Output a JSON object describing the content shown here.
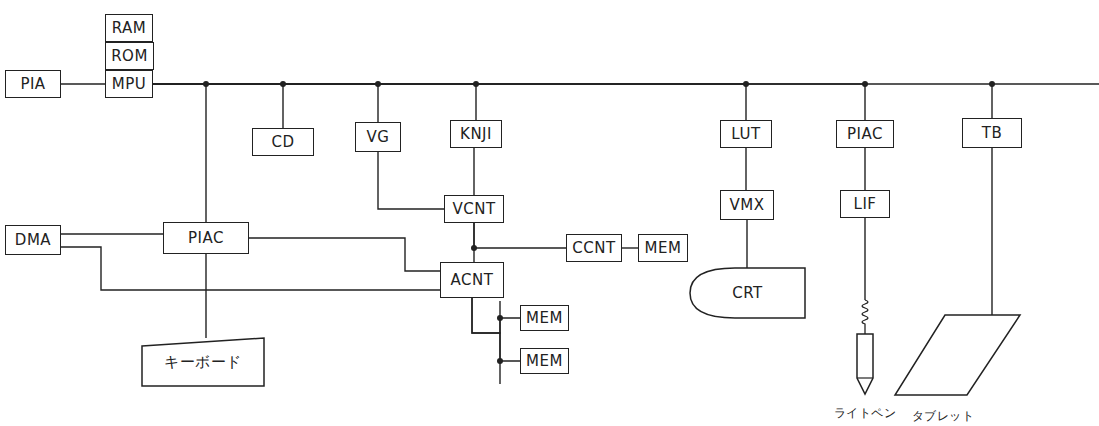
{
  "diagram": {
    "nodes": [
      {
        "text": [
          "RAM"
        ]
      },
      {
        "text": [
          "ROM"
        ]
      },
      {
        "text": [
          "MPU"
        ]
      },
      {
        "text": [
          "PIA"
        ]
      },
      {
        "text": [
          "CD"
        ]
      },
      {
        "text": [
          "VG"
        ]
      },
      {
        "text": [
          "KNJI"
        ]
      },
      {
        "text": [
          "LUT"
        ]
      },
      {
        "text": [
          "PIAC"
        ]
      },
      {
        "text": [
          "TB"
        ]
      },
      {
        "text": [
          "VCNT"
        ]
      },
      {
        "text": [
          "PIAC"
        ]
      },
      {
        "text": [
          "DMA"
        ]
      },
      {
        "text": [
          "CCNT"
        ]
      },
      {
        "text": [
          "MEM"
        ]
      },
      {
        "text": [
          "ACNT"
        ]
      },
      {
        "text": [
          "VMX"
        ]
      },
      {
        "text": [
          "LIF"
        ]
      },
      {
        "text": [
          "MEM"
        ]
      },
      {
        "text": [
          "MEM"
        ]
      },
      {
        "text": [
          "CRT"
        ]
      },
      {
        "text": [
          "キーボード"
        ]
      },
      {
        "text": [
          "ライトペン"
        ]
      },
      {
        "text": [
          "タブレット"
        ]
      }
    ],
    "edges": [
      {
        "from": 3,
        "to": 2,
        "arrow": "none"
      },
      {
        "from": 2,
        "to": 4,
        "arrow": "none"
      },
      {
        "from": 2,
        "to": 5,
        "arrow": "none"
      },
      {
        "from": 2,
        "to": 6,
        "arrow": "none"
      },
      {
        "from": 2,
        "to": 7,
        "arrow": "none"
      },
      {
        "from": 2,
        "to": 8,
        "arrow": "none"
      },
      {
        "from": 2,
        "to": 9,
        "arrow": "none"
      },
      {
        "from": 2,
        "to": 11,
        "arrow": "none"
      },
      {
        "from": 5,
        "to": 10,
        "arrow": "none"
      },
      {
        "from": 6,
        "to": 10,
        "arrow": "none"
      },
      {
        "from": 10,
        "to": 15,
        "arrow": "none"
      },
      {
        "from": 10,
        "to": 13,
        "arrow": "none"
      },
      {
        "from": 13,
        "to": 14,
        "arrow": "none"
      },
      {
        "from": 12,
        "to": 11,
        "arrow": "none"
      },
      {
        "from": 12,
        "to": 15,
        "arrow": "none"
      },
      {
        "from": 11,
        "to": 15,
        "arrow": "none"
      },
      {
        "from": 11,
        "to": 21,
        "arrow": "none"
      },
      {
        "from": 15,
        "to": 18,
        "arrow": "none"
      },
      {
        "from": 15,
        "to": 19,
        "arrow": "none"
      },
      {
        "from": 7,
        "to": 16,
        "arrow": "none"
      },
      {
        "from": 16,
        "to": 20,
        "arrow": "none"
      },
      {
        "from": 8,
        "to": 17,
        "arrow": "none"
      },
      {
        "from": 17,
        "to": 22,
        "arrow": "none"
      },
      {
        "from": 9,
        "to": 23,
        "arrow": "none"
      }
    ]
  }
}
